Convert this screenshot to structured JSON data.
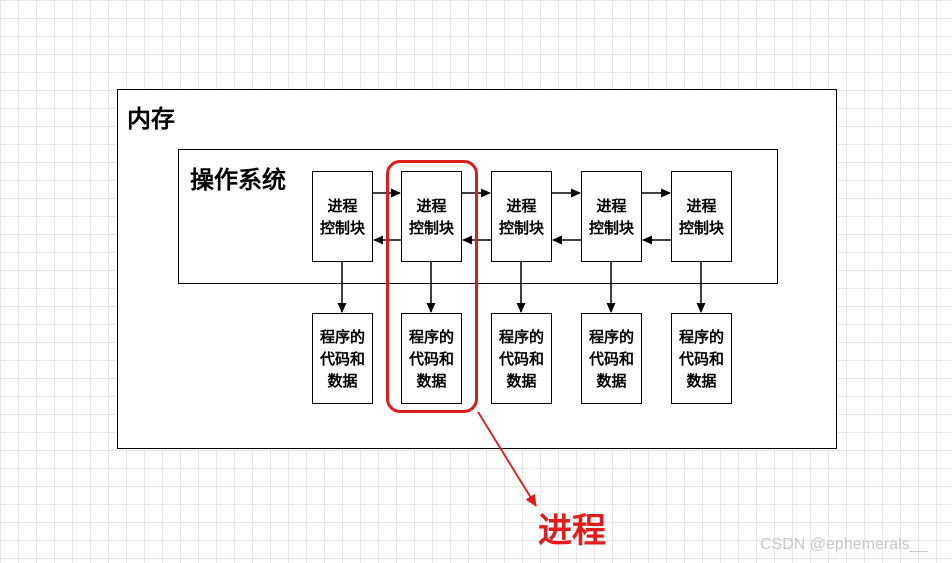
{
  "memory_label": "内存",
  "os_label": "操作系统",
  "pcbs": [
    {
      "line1": "进程",
      "line2": "控制块"
    },
    {
      "line1": "进程",
      "line2": "控制块"
    },
    {
      "line1": "进程",
      "line2": "控制块"
    },
    {
      "line1": "进程",
      "line2": "控制块"
    },
    {
      "line1": "进程",
      "line2": "控制块"
    }
  ],
  "code_blocks": [
    {
      "line1": "程序的",
      "line2": "代码和",
      "line3": "数据"
    },
    {
      "line1": "程序的",
      "line2": "代码和",
      "line3": "数据"
    },
    {
      "line1": "程序的",
      "line2": "代码和",
      "line3": "数据"
    },
    {
      "line1": "程序的",
      "line2": "代码和",
      "line3": "数据"
    },
    {
      "line1": "程序的",
      "line2": "代码和",
      "line3": "数据"
    }
  ],
  "process_label": "进程",
  "watermark": "CSDN @ephemerals__",
  "colors": {
    "highlight": "#e21c1c",
    "grid": "#e6e6e6",
    "stroke": "#000000"
  }
}
